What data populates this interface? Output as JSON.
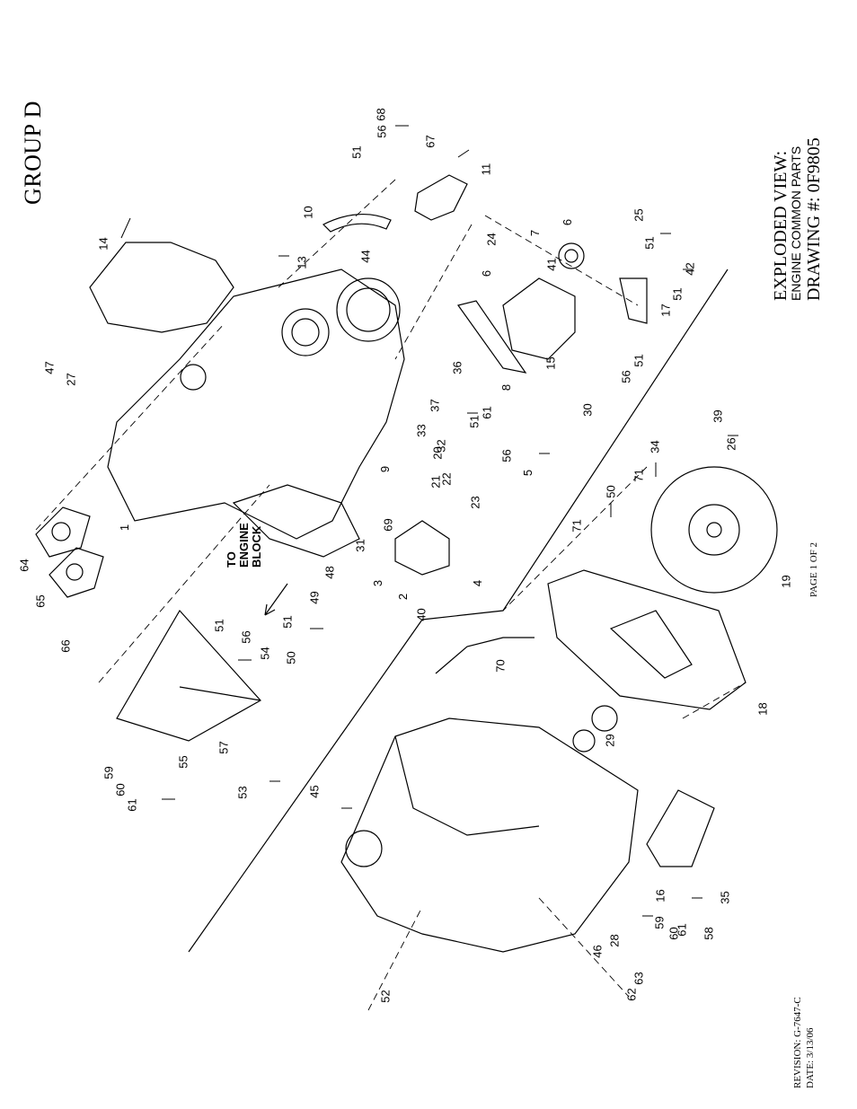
{
  "header": {
    "group_title": "GROUP D"
  },
  "title_block": {
    "line1": "EXPLODED VIEW:",
    "line2": "ENGINE COMMON PARTS",
    "line3": "DRAWING #: 0F9805"
  },
  "annotation": {
    "to_engine_block_1": "TO",
    "to_engine_block_2": "ENGINE",
    "to_engine_block_3": "BLOCK"
  },
  "page_label": "PAGE 1 OF 2",
  "revision": {
    "revision_line": "REVISION: G-7647-C",
    "date_line": "DATE: 3/13/06"
  },
  "callouts": [
    "1",
    "2",
    "3",
    "4",
    "5",
    "6",
    "6",
    "7",
    "8",
    "9",
    "10",
    "11",
    "13",
    "14",
    "15",
    "16",
    "17",
    "18",
    "19",
    "20",
    "21",
    "22",
    "23",
    "24",
    "25",
    "26",
    "27",
    "28",
    "29",
    "30",
    "31",
    "32",
    "33",
    "34",
    "35",
    "36",
    "37",
    "39",
    "40",
    "41",
    "42",
    "44",
    "45",
    "46",
    "47",
    "48",
    "49",
    "50",
    "50",
    "51",
    "51",
    "51",
    "51",
    "51",
    "51",
    "51",
    "52",
    "53",
    "54",
    "55",
    "56",
    "56",
    "56",
    "56",
    "57",
    "58",
    "59",
    "59",
    "60",
    "60",
    "61",
    "61",
    "61",
    "62",
    "63",
    "64",
    "65",
    "66",
    "67",
    "68",
    "69",
    "70",
    "71",
    "71"
  ],
  "colors": {
    "ink": "#000000",
    "paper": "#ffffff"
  }
}
